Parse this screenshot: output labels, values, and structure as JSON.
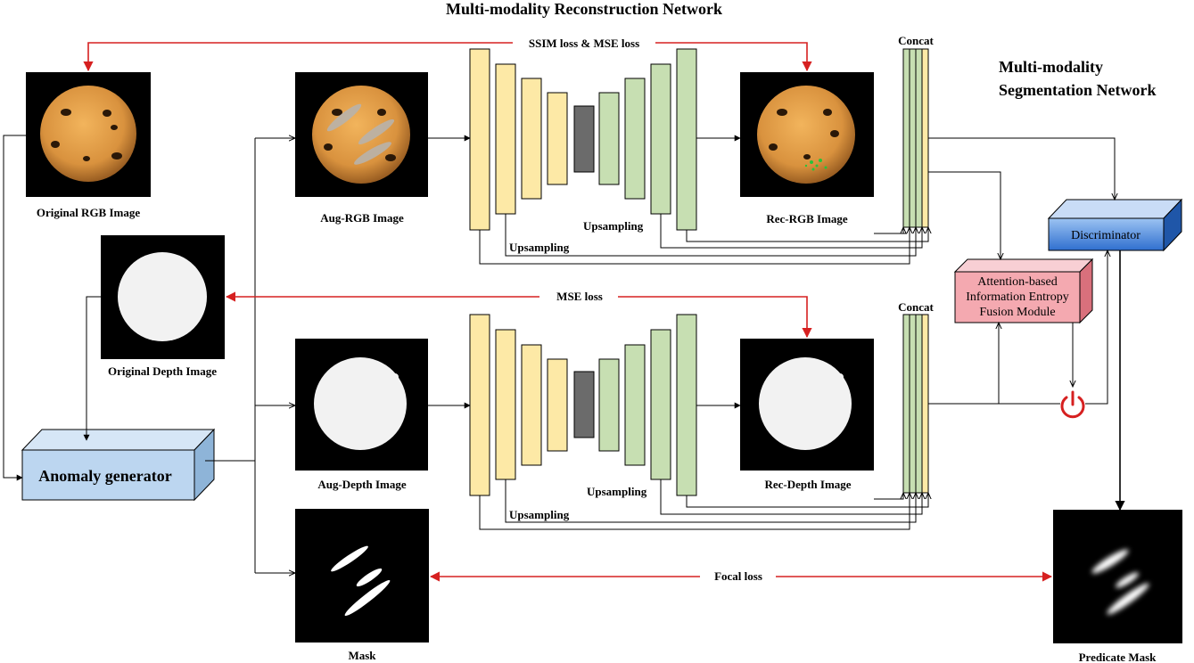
{
  "titles": {
    "reconstruction": "Multi-modality Reconstruction Network",
    "segmentation_line1": "Multi-modality",
    "segmentation_line2": "Segmentation Network"
  },
  "images": {
    "original_rgb": "Original RGB Image",
    "original_depth": "Original Depth Image",
    "aug_rgb": "Aug-RGB Image",
    "aug_depth": "Aug-Depth Image",
    "rec_rgb": "Rec-RGB Image",
    "rec_depth": "Rec-Depth Image",
    "mask": "Mask",
    "predicate_mask": "Predicate Mask"
  },
  "losses": {
    "top": "SSIM loss & MSE loss",
    "middle": "MSE loss",
    "bottom": "Focal loss"
  },
  "labels": {
    "upsampling": "Upsampling",
    "concat": "Concat"
  },
  "modules": {
    "anomaly_generator": "Anomaly generator",
    "discriminator": "Discriminator",
    "fusion_line1": "Attention-based",
    "fusion_line2": "Information Entropy",
    "fusion_line3": "Fusion Module"
  },
  "colors": {
    "encoder": "#fde9a6",
    "decoder": "#c7dfb2",
    "loss_arrow": "#d62020",
    "fusion_module": "#f4a9b0",
    "discriminator": "#3f7fd6",
    "anomaly_generator": "#bcd6f0",
    "power_symbol": "#d62020"
  },
  "icons": {
    "gate": "power-icon"
  }
}
